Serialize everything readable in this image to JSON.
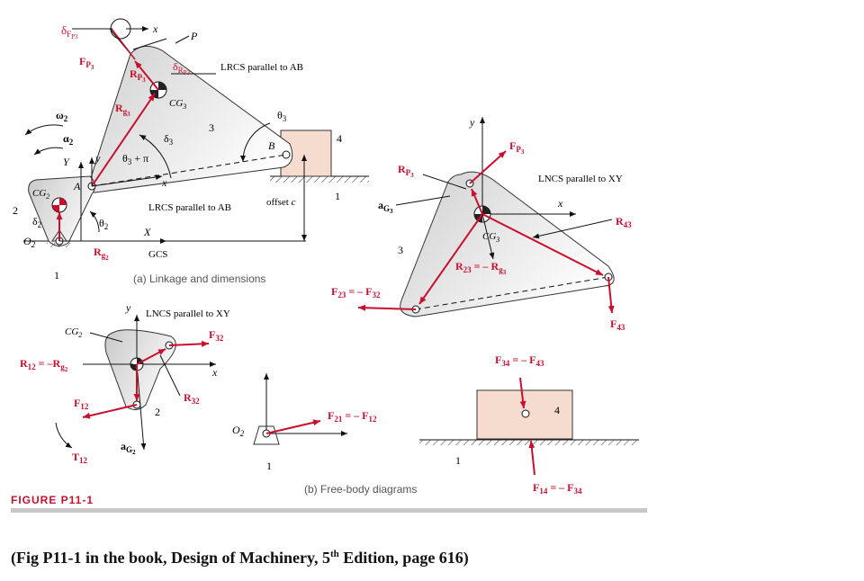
{
  "colors": {
    "red": "#c8102e",
    "black": "#111111",
    "block_fill": "#f6dccf",
    "rule": "#c8c8c8"
  },
  "part_a": {
    "caption": "(a) Linkage and dimensions",
    "lrcs_top": "LRCS parallel to AB",
    "lrcs_bottom": "LRCS parallel to AB",
    "offset": "offset",
    "offset_c": "c",
    "gcs": "GCS",
    "X": "X",
    "Y": "Y",
    "x_top": "x",
    "x_link": "x",
    "y_link": "y",
    "P": "P",
    "B": "B",
    "A": "A",
    "O2": "O",
    "O2_sub": "2",
    "link3": "3",
    "link4": "4",
    "link1": "1",
    "link1_bottom": "1",
    "link2": "2",
    "theta3": "θ",
    "theta3_sub": "3",
    "theta3_pi": "θ",
    "theta3_pi_sub": "3",
    "theta3_pi_suffix": " + π",
    "theta2": "θ",
    "theta2_sub": "2",
    "delta3": "δ",
    "delta3_sub": "3",
    "delta2": "δ",
    "delta2_sub": "2",
    "omega2": "ω",
    "omega2_sub": "2",
    "alpha2": "α",
    "alpha2_sub": "2",
    "CG2": "CG",
    "CG2_sub": "2",
    "CG3": "CG",
    "CG3_sub": "3",
    "FP3": "F",
    "FP3_sub": "P",
    "FP3_subsub": "3",
    "RP3": "R",
    "RP3_sub": "P",
    "RP3_subsub": "3",
    "Rg3": "R",
    "Rg3_sub": "g",
    "Rg3_subsub": "3",
    "Rg2": "R",
    "Rg2_sub": "g",
    "Rg2_subsub": "2",
    "deltaRP3": "δ",
    "deltaRP3_sub": "R",
    "deltaRP3_subsub": "P3",
    "deltaFP3": "δ",
    "deltaFP3_sub": "F",
    "deltaFP3_subsub": "P3"
  },
  "part_b": {
    "caption": "(b) Free-body diagrams",
    "lncs_link2": "LNCS parallel to XY",
    "lncs_link3": "LNCS parallel to XY",
    "x2": "x",
    "y2": "y",
    "x3": "x",
    "y3": "y",
    "CG2": "CG",
    "CG2_sub": "2",
    "CG3": "CG",
    "CG3_sub": "3",
    "R12": "R",
    "R12_sub": "12",
    "R12_mid": " = –R",
    "R12_sub2": "g",
    "R12_subsub2": "2",
    "F32": "F",
    "F32_sub": "32",
    "R32": "R",
    "R32_sub": "32",
    "F12": "F",
    "F12_sub": "12",
    "T12": "T",
    "T12_sub": "12",
    "aG2": "a",
    "aG2_sub": "G",
    "aG2_subsub": "2",
    "link2": "2",
    "O2": "O",
    "O2_sub": "2",
    "F21": "F",
    "F21_sub": "21",
    "F21_mid": " = – F",
    "F21_sub2": "12",
    "ground1": "1",
    "FP3": "F",
    "FP3_sub": "P",
    "FP3_subsub": "3",
    "RP3": "R",
    "RP3_sub": "P",
    "RP3_subsub": "3",
    "aG3": "a",
    "aG3_sub": "G",
    "aG3_subsub": "3",
    "link3": "3",
    "R43": "R",
    "R43_sub": "43",
    "R23": "R",
    "R23_sub": "23",
    "R23_mid": " = – R",
    "R23_sub2": "g",
    "R23_subsub2": "3",
    "F23": "F",
    "F23_sub": "23",
    "F23_mid": " = – F",
    "F23_sub2": "32",
    "F43": "F",
    "F43_sub": "43",
    "F34": "F",
    "F34_sub": "34",
    "F34_mid": " = – F",
    "F34_sub2": "43",
    "F14": "F",
    "F14_sub": "14",
    "F14_mid": " = – F",
    "F14_sub2": "34",
    "link4": "4",
    "ground_block": "1"
  },
  "figure_label": "FIGURE P11-1",
  "source": {
    "prefix": "(Fig P11-1 in the book, Design of Machinery, 5",
    "sup": "th",
    "suffix": " Edition, page 616)"
  }
}
